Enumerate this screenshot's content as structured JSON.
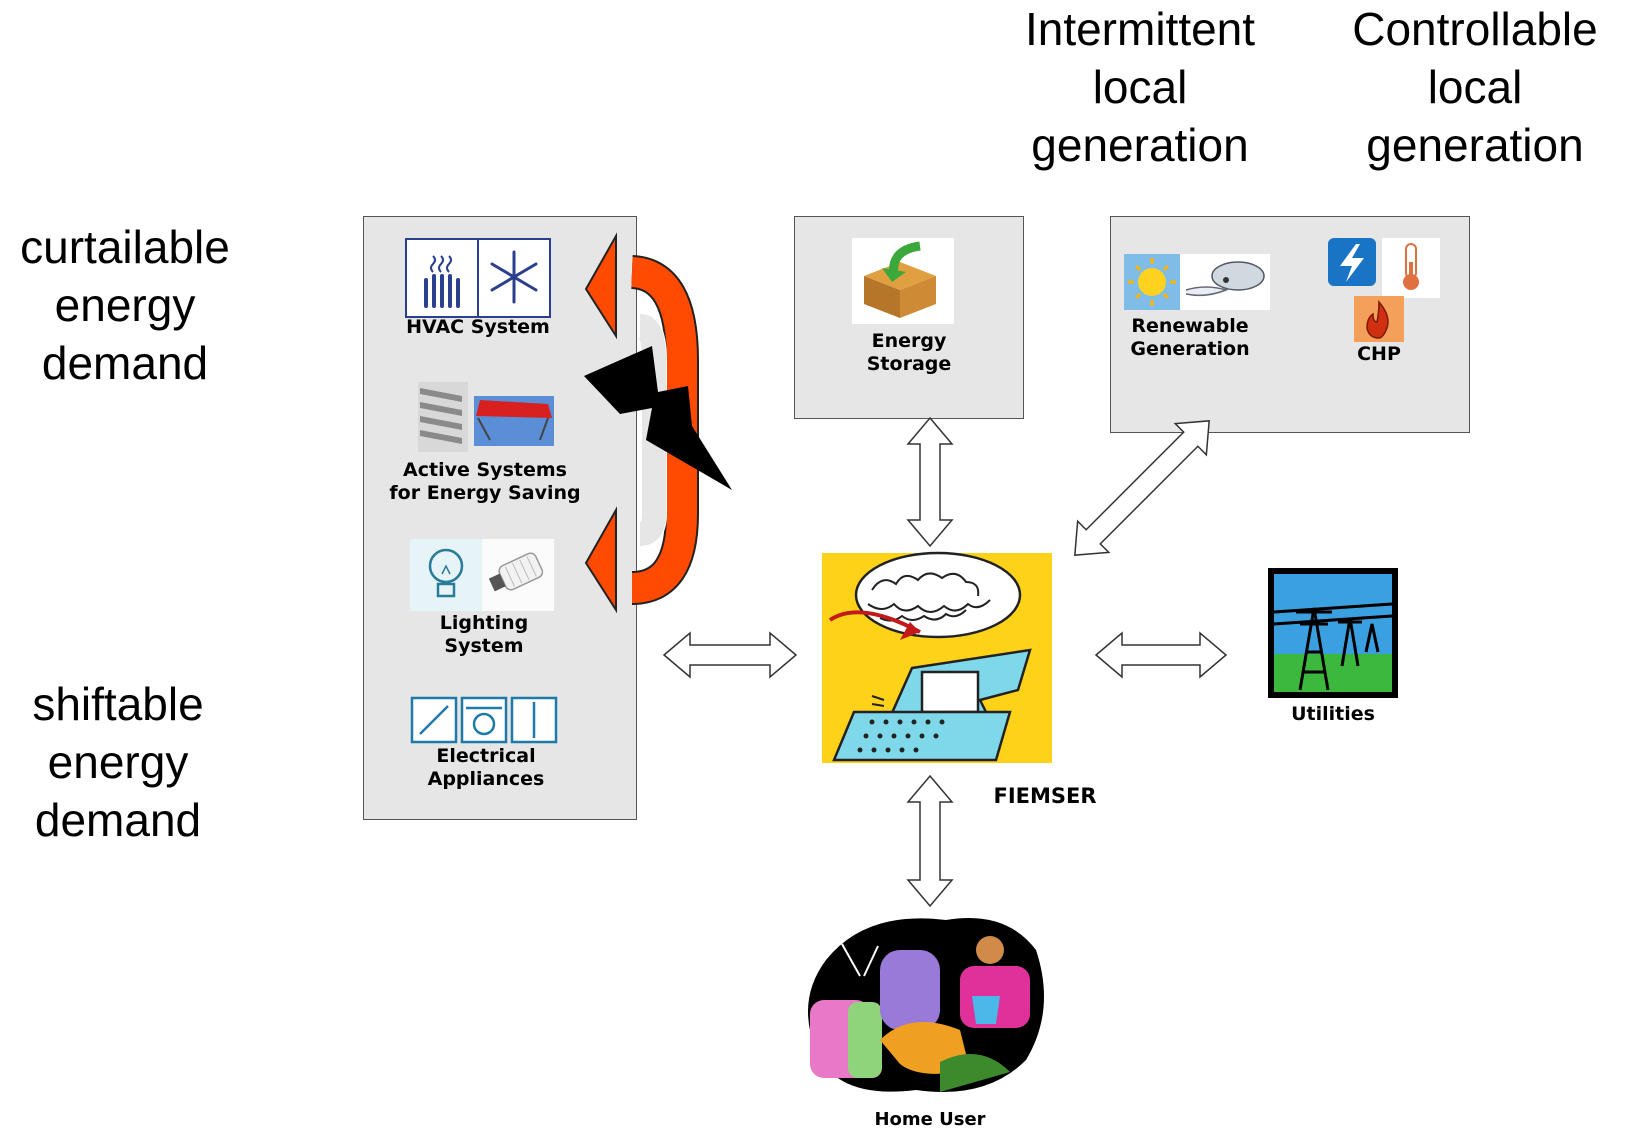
{
  "headings": {
    "intermittent": [
      "Intermittent",
      "local",
      "generation"
    ],
    "controllable": [
      "Controllable",
      "local",
      "generation"
    ],
    "curtailable": [
      "curtailable",
      "energy",
      "demand"
    ],
    "shiftable": [
      "shiftable",
      "energy",
      "demand"
    ]
  },
  "demand_box": {
    "hvac": "HVAC System",
    "active": [
      "Active Systems",
      "for Energy Saving"
    ],
    "lighting": [
      "Lighting",
      "System"
    ],
    "appliances": [
      "Electrical",
      "Appliances"
    ]
  },
  "storage_box": {
    "label": [
      "Energy",
      "Storage"
    ]
  },
  "generation_box": {
    "renewable": [
      "Renewable",
      "Generation"
    ],
    "chp": "CHP"
  },
  "center": {
    "label": "FIEMSER"
  },
  "utilities": {
    "label": "Utilities"
  },
  "user": {
    "label": "Home User"
  },
  "colors": {
    "curved_arrow": "#ff4a00",
    "box_fill": "#e6e6e6",
    "lightning": "#000000"
  }
}
